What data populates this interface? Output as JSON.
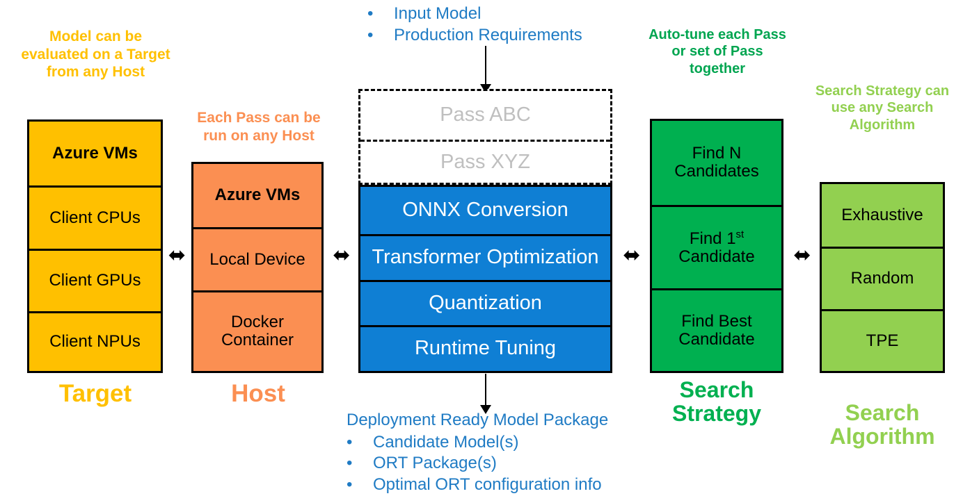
{
  "title": "Olive optimization framework overview",
  "colors": {
    "target": "#FFC000",
    "host": "#FB8F52",
    "pipeline": "#0F7FD4",
    "strategy": "#00B050",
    "algorithm": "#92D050",
    "text_blue": "#1F7BC4",
    "pass_gray": "#BFBFBF"
  },
  "target": {
    "caption": "Model can be evaluated on a Target from any Host",
    "label": "Target",
    "items": [
      "Azure VMs",
      "Client CPUs",
      "Client GPUs",
      "Client NPUs"
    ]
  },
  "host": {
    "caption": "Each Pass can be run on any Host",
    "label": "Host",
    "items": [
      "Azure VMs",
      "Local Device",
      "Docker Container"
    ]
  },
  "input": {
    "bullet": "•",
    "items": [
      "Input Model",
      "Production Requirements"
    ]
  },
  "passes": {
    "items": [
      "Pass ABC",
      "Pass XYZ"
    ]
  },
  "pipeline": {
    "items": [
      "ONNX Conversion",
      "Transformer Optimization",
      "Quantization",
      "Runtime Tuning"
    ]
  },
  "output": {
    "heading": "Deployment Ready Model Package",
    "bullet": "•",
    "items": [
      "Candidate Model(s)",
      "ORT Package(s)",
      "Optimal ORT configuration info"
    ]
  },
  "strategy": {
    "caption": "Auto-tune each Pass or set of Pass together",
    "label": "Search Strategy",
    "items": [
      {
        "text": "Find N Candidates",
        "line1": "Find N",
        "line2": "Candidates"
      },
      {
        "text": "Find 1st Candidate",
        "line1a": "Find 1",
        "line1b": "st",
        "line2": "Candidate"
      },
      {
        "text": "Find Best Candidate",
        "line1": "Find Best",
        "line2": "Candidate"
      }
    ]
  },
  "algorithm": {
    "caption": "Search Strategy can use any Search Algorithm",
    "label": "Search Algorithm",
    "items": [
      "Exhaustive",
      "Random",
      "TPE"
    ]
  },
  "arrows": {
    "bidirectional": "⬌",
    "count_bidirectional": 4
  }
}
